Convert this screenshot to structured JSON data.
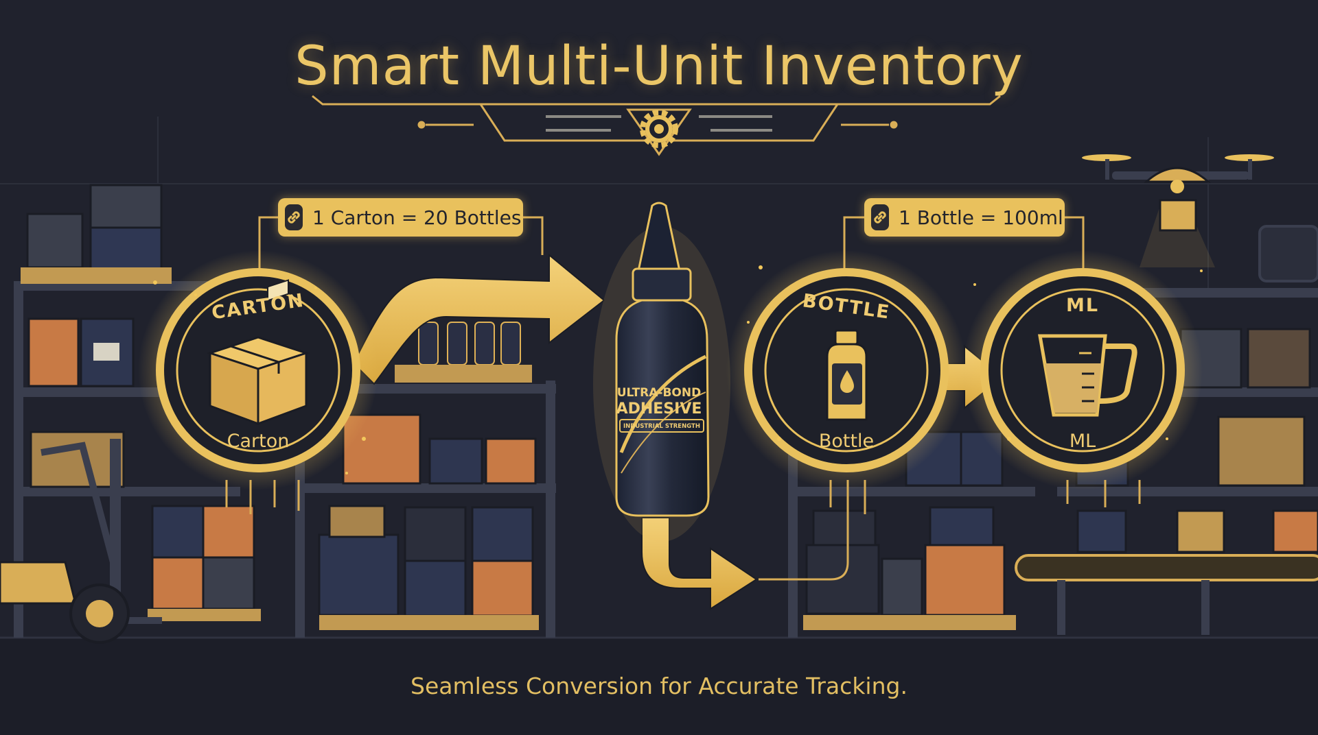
{
  "title": "Smart Multi-Unit Inventory",
  "subtitle": "Seamless Conversion for Accurate Tracking.",
  "conversions": [
    {
      "text": "1 Carton = 20 Bottles",
      "icon": "link-icon"
    },
    {
      "text": "1 Bottle = 100ml",
      "icon": "link-icon"
    }
  ],
  "units": [
    {
      "arc_label": "CARTON",
      "label": "Carton",
      "icon": "cardboard-box-icon"
    },
    {
      "arc_label": "BOTTLE",
      "label": "Bottle",
      "icon": "bottle-icon"
    },
    {
      "arc_label": "ML",
      "label": "ML",
      "icon": "measuring-jug-icon"
    }
  ],
  "product": {
    "line1": "ULTRA-BOND",
    "line2": "ADHESIVE",
    "line3": "INDUSTRIAL STRENGTH"
  },
  "colors": {
    "background": "#20222d",
    "gold": "#e9c15d",
    "navy": "#2e3650",
    "orange": "#c87a45"
  }
}
